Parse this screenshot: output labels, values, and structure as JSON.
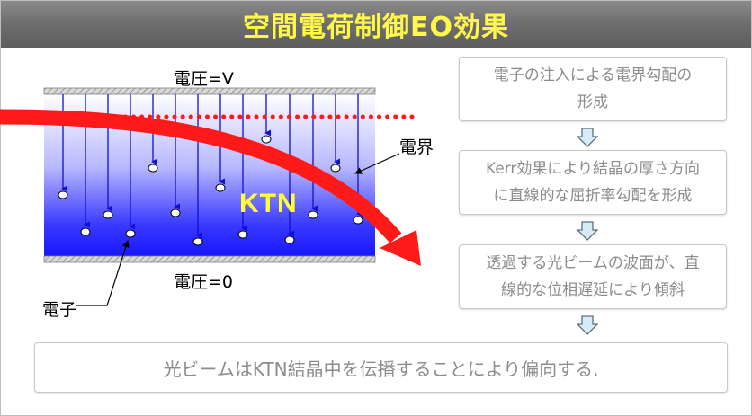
{
  "header": {
    "title": "空間電荷制御EO効果"
  },
  "diagram": {
    "top_voltage_label": "電圧=V",
    "bottom_voltage_label": "電圧=0",
    "field_label": "電界",
    "electron_label": "電子",
    "crystal_label": "KTN"
  },
  "steps": [
    {
      "line1": "電子の注入による電界勾配の",
      "line2": "形成"
    },
    {
      "line1": "Kerr効果により結晶の厚さ方向",
      "line2": "に直線的な屈折率勾配を形成"
    },
    {
      "line1": "透過する光ビームの波面が、直",
      "line2": "線的な位相遅延により傾斜"
    }
  ],
  "result": {
    "text": "光ビームはKTN結晶中を伝播することにより偏向する."
  },
  "colors": {
    "title": "#ffff4a",
    "beam": "#ff1a1a",
    "crystal_top": "#ffffff",
    "crystal_bottom": "#1a1aff",
    "step_text": "#8c8c8c"
  }
}
